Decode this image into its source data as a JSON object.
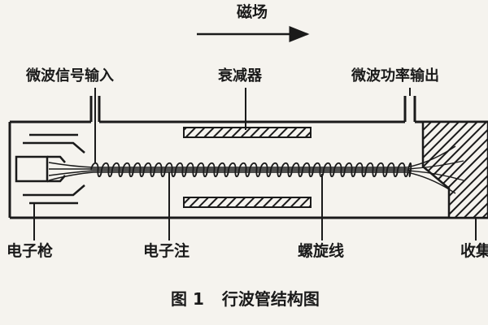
{
  "labels": {
    "magnetic_field": "磁场",
    "microwave_input": "微波信号输入",
    "attenuator": "衰减器",
    "microwave_output": "微波功率输出",
    "electron_gun": "电子枪",
    "electron_beam": "电子注",
    "helix": "螺旋线",
    "collector": "收集"
  },
  "caption": {
    "figure_number": "图 1",
    "title": "行波管结构图"
  },
  "colors": {
    "ink": "#1a1a1a",
    "paper": "#f5f3ee"
  }
}
